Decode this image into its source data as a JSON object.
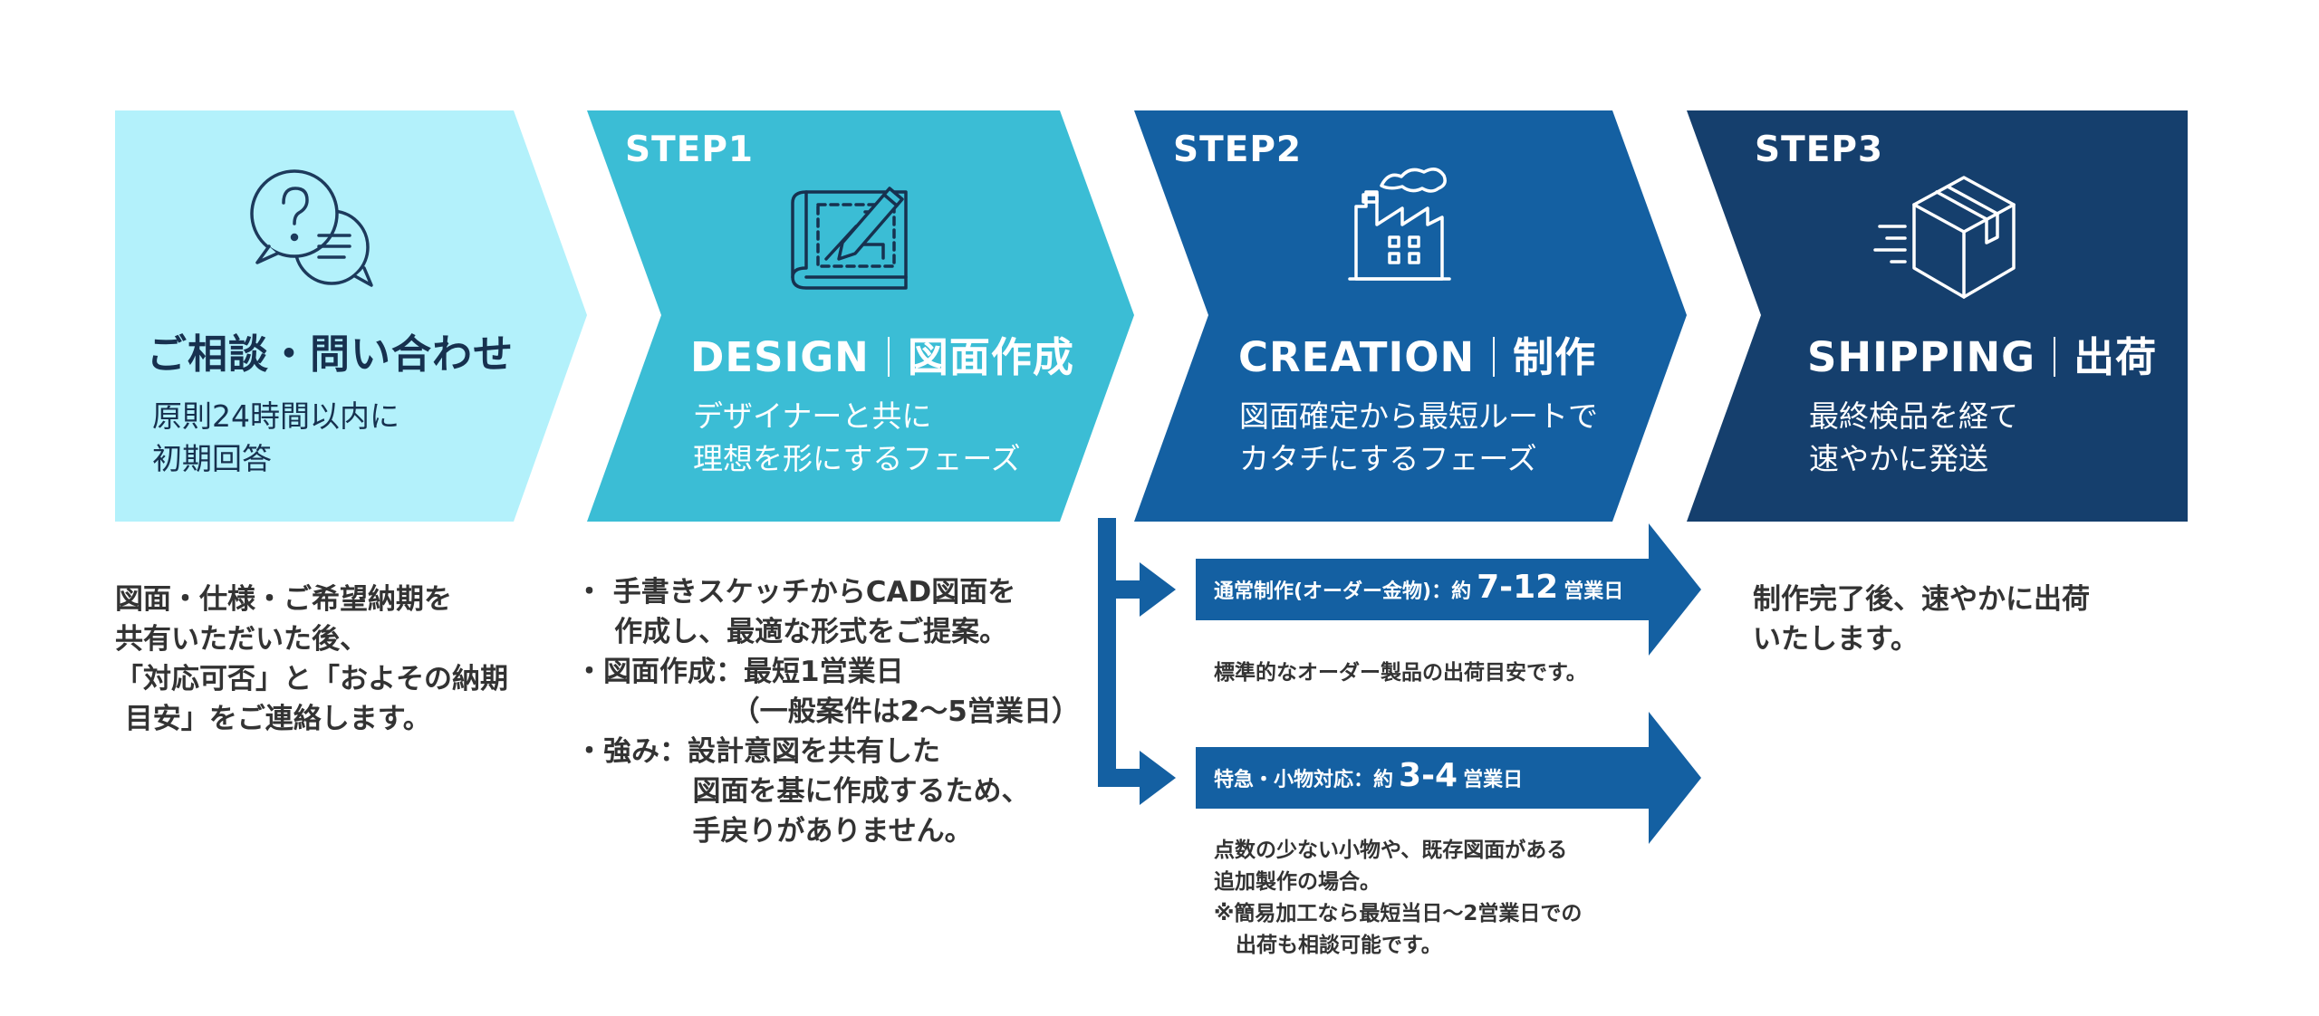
{
  "colors": {
    "consult_bg": "#b3f1fb",
    "step1_bg": "#3bbdd5",
    "step2_bg": "#1460a2",
    "step3_bg": "#153f6d",
    "dark_text": "#17314f",
    "body_text": "#333333",
    "white": "#ffffff"
  },
  "consult": {
    "icon": "question-chat-icon",
    "title": "ご相談・問い合わせ",
    "subtitle": "原則24時間以内に\n初期回答",
    "description": "図面・仕様・ご希望納期を\n共有いただいた後、\n「対応可否」と「およその納期\n 目安」をご連絡します。"
  },
  "step1": {
    "step_label": "STEP1",
    "icon": "blueprint-pencil-icon",
    "title_en": "DESIGN",
    "title_ja": "図面作成",
    "subtitle": "デザイナーと共に\n理想を形にするフェーズ",
    "bullets": [
      "・ 手書きスケッチからCAD図面を",
      "    作成し、最適な形式をご提案。",
      "・図面作成：最短1営業日",
      "                （一般案件は2〜5営業日）",
      "・強み：設計意図を共有した",
      "            図面を基に作成するため、",
      "            手戻りがありません。"
    ]
  },
  "step2": {
    "step_label": "STEP2",
    "icon": "factory-icon",
    "title_en": "CREATION",
    "title_ja": "制作",
    "subtitle": "図面確定から最短ルートで\nカタチにするフェーズ",
    "normal": {
      "label_prefix": "通常制作(オーダー金物)：約",
      "days": "7-12",
      "label_suffix": "営業日",
      "note": "標準的なオーダー製品の出荷目安です。"
    },
    "express": {
      "label_prefix": "特急・小物対応：約",
      "days": "3-4",
      "label_suffix": "営業日",
      "note": "点数の少ない小物や、既存図面がある\n追加製作の場合。\n※簡易加工なら最短当日〜2営業日での\n   出荷も相談可能です。"
    }
  },
  "step3": {
    "step_label": "STEP3",
    "icon": "shipping-box-icon",
    "title_en": "SHIPPING",
    "title_ja": "出荷",
    "subtitle": "最終検品を経て\n速やかに発送",
    "description": "制作完了後、速やかに出荷\nいたします。"
  }
}
